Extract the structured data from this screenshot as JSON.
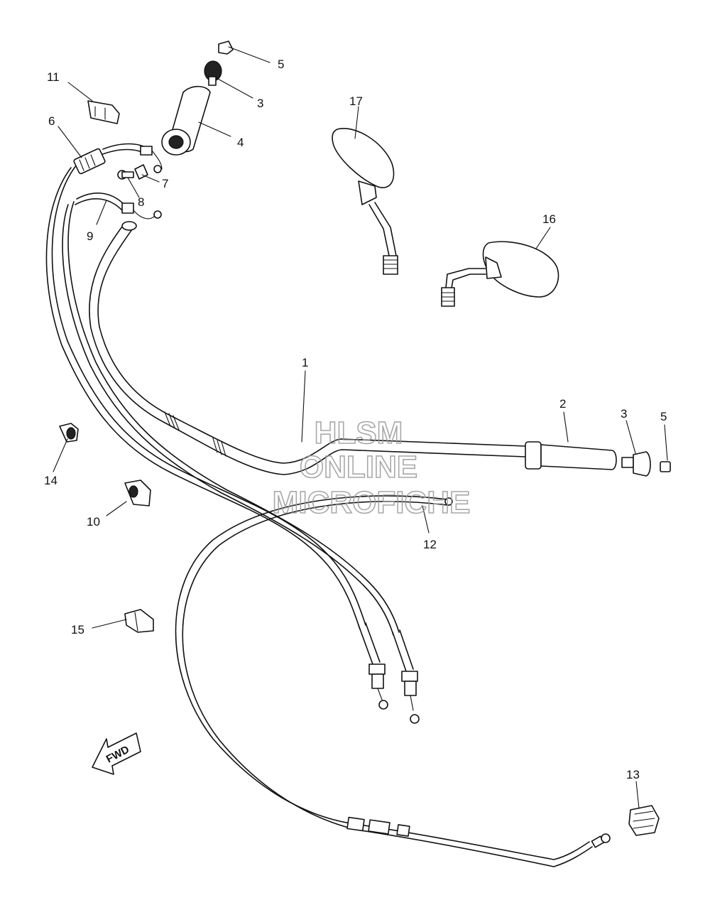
{
  "watermark": {
    "line1": "HLSM",
    "line2": "ONLINE",
    "line3": "MICROFICHE"
  },
  "direction_indicator": {
    "label": "FWD"
  },
  "callouts": {
    "c1": "1",
    "c2": "2",
    "c3a": "3",
    "c3b": "3",
    "c4": "4",
    "c5a": "5",
    "c5b": "5",
    "c6": "6",
    "c7": "7",
    "c8": "8",
    "c9": "9",
    "c10": "10",
    "c11": "11",
    "c12": "12",
    "c13": "13",
    "c14": "14",
    "c15": "15",
    "c16": "16",
    "c17": "17"
  }
}
